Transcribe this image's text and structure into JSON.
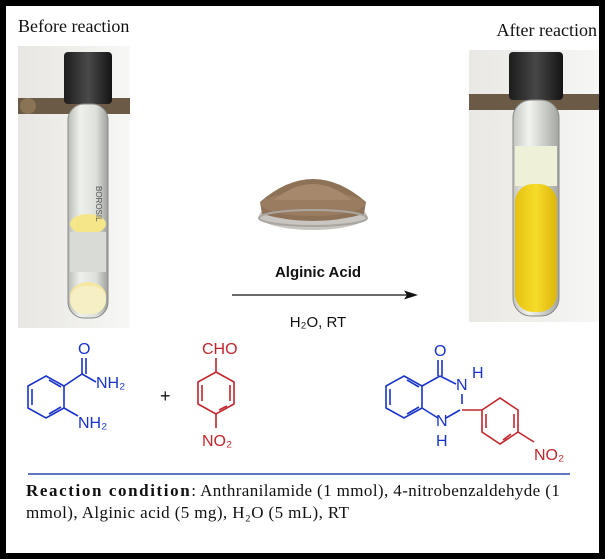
{
  "labels": {
    "before": "Before reaction",
    "after": "After reaction"
  },
  "reaction": {
    "reagent": "Alginic Acid",
    "conditions": "H₂O, RT"
  },
  "reactant1": {
    "carbonyl_O": "O",
    "amide": "NH₂",
    "amine": "NH₂"
  },
  "plus": "+",
  "reactant2": {
    "aldehyde": "CHO",
    "nitro": "NO₂"
  },
  "product": {
    "carbonyl_O": "O",
    "n3": "N",
    "h3": "H",
    "n1": "N",
    "h1": "H",
    "nitro": "NO₂"
  },
  "caption": {
    "lead": "Reaction condition",
    "text": ": Anthranilamide (1 mmol), 4-nitrobenzaldehyde (1 mmol),  Alginic acid (5 mg), H₂O (5 mL), RT"
  },
  "colors": {
    "reactant_blue": "#1a33c8",
    "aldehyde_red": "#c0262d",
    "divider": "#5b78c0",
    "yellow_product": "#f2d51e"
  }
}
